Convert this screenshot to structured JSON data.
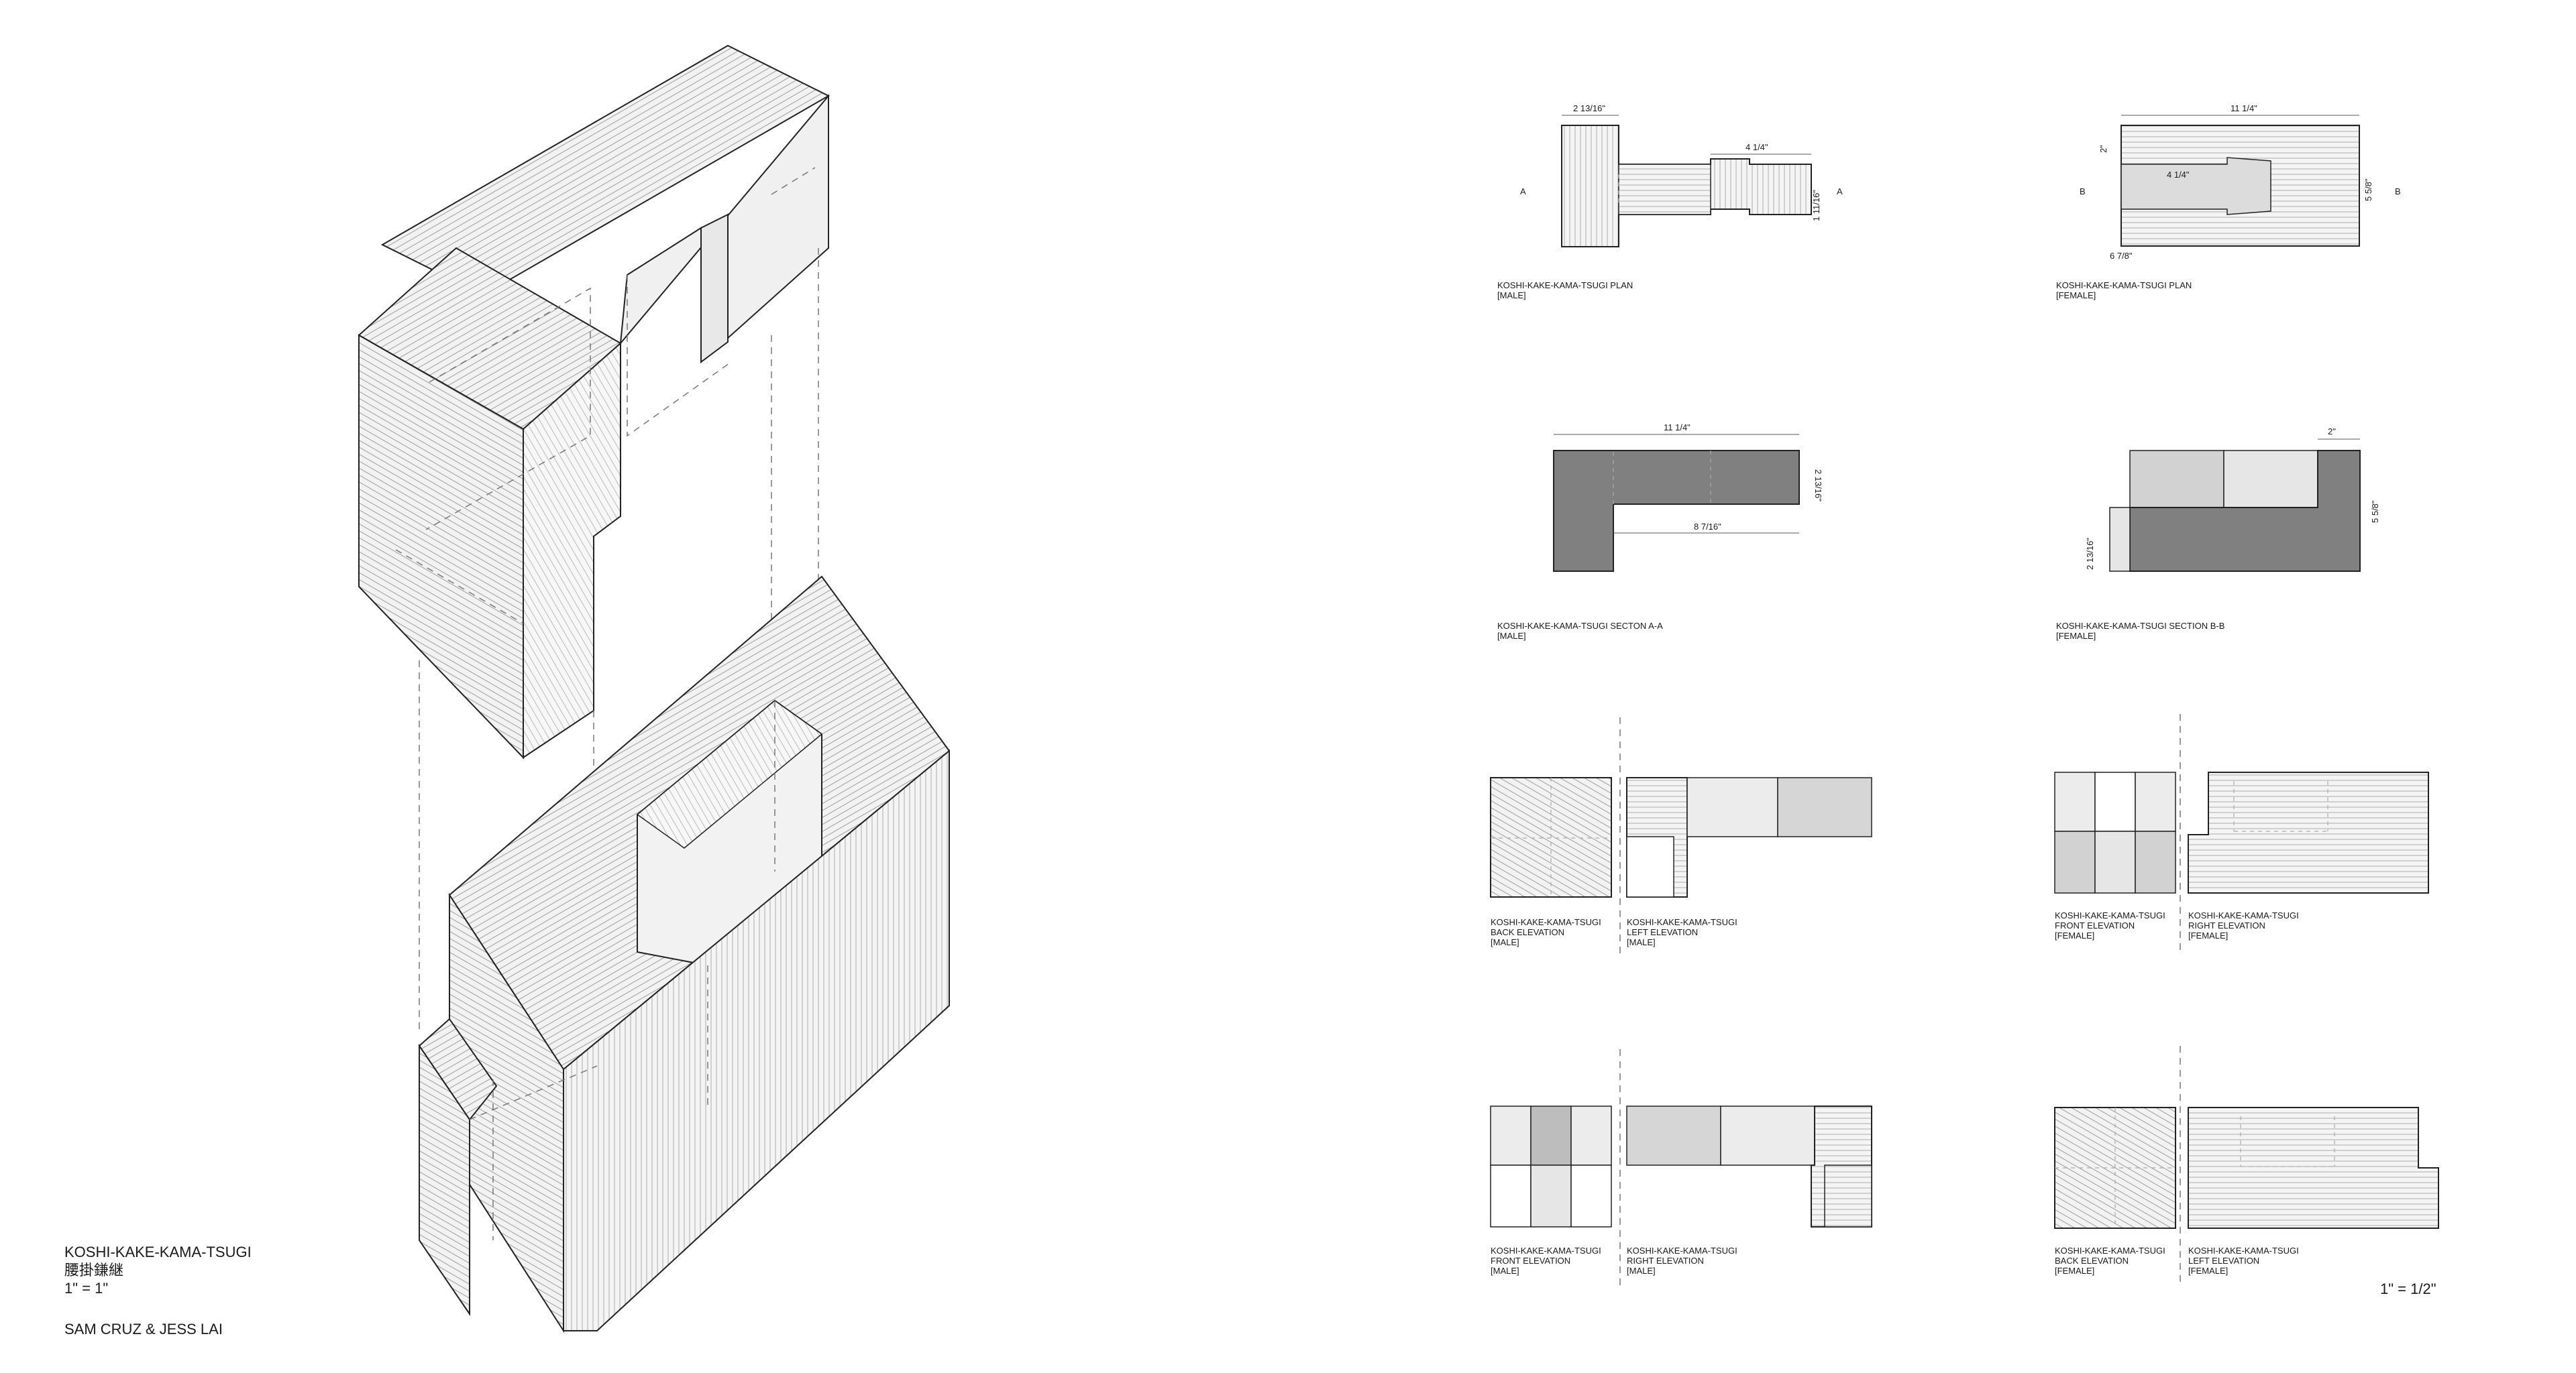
{
  "project": {
    "name": "KOSHI-KAKE-KAMA-TSUGI",
    "name_kanji": "腰掛鎌継",
    "axon_scale": "1\" = 1\"",
    "authors": "SAM CRUZ & JESS LAI",
    "sheet_scale": "1\" = 1/2\""
  },
  "colors": {
    "line": "#222222",
    "hatch": "url-free pattern",
    "section_fill": "#808080",
    "light_fill": "#e6e6e6",
    "mid_fill": "#cfcfcf"
  },
  "drawings": {
    "plan_male": {
      "title": "KOSHI-KAKE-KAMA-TSUGI PLAN",
      "tag": "[MALE]",
      "dims": [
        "2 13/16\"",
        "4 1/4\"",
        "1 11/16\""
      ],
      "section_mark": "A"
    },
    "plan_female": {
      "title": "KOSHI-KAKE-KAMA-TSUGI PLAN",
      "tag": "[FEMALE]",
      "dims": [
        "11 1/4\"",
        "2\"",
        "4 1/4\"",
        "5 5/8\"",
        "6 7/8\""
      ],
      "section_mark": "B"
    },
    "section_a": {
      "title": "KOSHI-KAKE-KAMA-TSUGI SECTON A-A",
      "tag": "[MALE]",
      "dims": [
        "11 1/4\"",
        "2 13/16\"",
        "8 7/16\""
      ]
    },
    "section_b": {
      "title": "KOSHI-KAKE-KAMA-TSUGI SECTION B-B",
      "tag": "[FEMALE]",
      "dims": [
        "2\"",
        "5 5/8\"",
        "2 13/16\""
      ]
    },
    "back_elev_male": {
      "name": "KOSHI-KAKE-KAMA-TSUGI",
      "view": "BACK ELEVATION",
      "tag": "[MALE]"
    },
    "left_elev_male": {
      "name": "KOSHI-KAKE-KAMA-TSUGI",
      "view": "LEFT ELEVATION",
      "tag": "[MALE]"
    },
    "front_elev_female": {
      "name": "KOSHI-KAKE-KAMA-TSUGI",
      "view": "FRONT ELEVATION",
      "tag": "[FEMALE]"
    },
    "right_elev_female": {
      "name": "KOSHI-KAKE-KAMA-TSUGI",
      "view": "RIGHT ELEVATION",
      "tag": "[FEMALE]"
    },
    "front_elev_male": {
      "name": "KOSHI-KAKE-KAMA-TSUGI",
      "view": "FRONT ELEVATION",
      "tag": "[MALE]"
    },
    "right_elev_male": {
      "name": "KOSHI-KAKE-KAMA-TSUGI",
      "view": "RIGHT ELEVATION",
      "tag": "[MALE]"
    },
    "back_elev_female": {
      "name": "KOSHI-KAKE-KAMA-TSUGI",
      "view": "BACK ELEVATION",
      "tag": "[FEMALE]"
    },
    "left_elev_female": {
      "name": "KOSHI-KAKE-KAMA-TSUGI",
      "view": "LEFT ELEVATION",
      "tag": "[FEMALE]"
    }
  }
}
